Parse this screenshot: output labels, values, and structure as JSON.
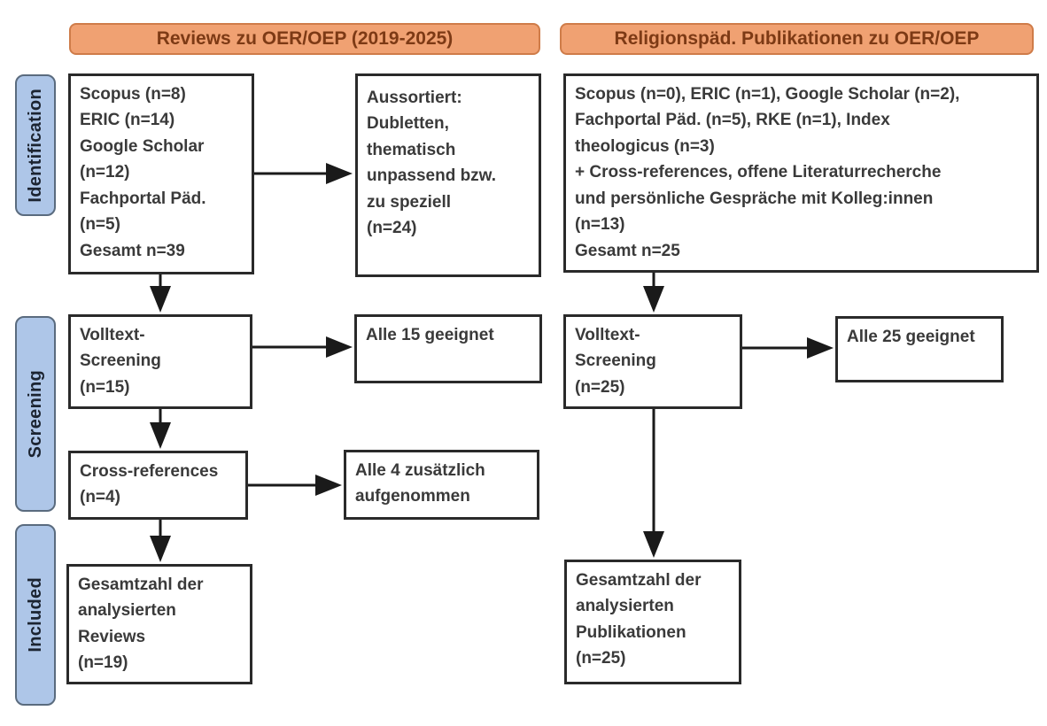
{
  "headers": {
    "left": "Reviews zu OER/OEP (2019-2025)",
    "right": "Religionspäd. Publikationen zu OER/OEP"
  },
  "stages": [
    {
      "label": "Identification"
    },
    {
      "label": "Screening"
    },
    {
      "label": "Included"
    }
  ],
  "boxes": {
    "left_identification_sources": "Scopus (n=8)\nERIC (n=14)\nGoogle Scholar\n(n=12)\nFachportal Päd.\n(n=5)\nGesamt n=39",
    "left_identification_excluded": "Aussortiert:\nDubletten,\nthematisch\nunpassend bzw.\nzu speziell\n(n=24)",
    "left_screening_fulltext": "Volltext-\nScreening\n(n=15)",
    "left_screening_result": "Alle 15 geeignet",
    "left_crossref": "Cross-references\n(n=4)",
    "left_crossref_result": "Alle 4 zusätzlich\naufgenommen",
    "left_included_total": "Gesamtzahl der\nanalysierten\nReviews\n(n=19)",
    "right_identification_sources": "Scopus (n=0), ERIC (n=1), Google Scholar (n=2),\nFachportal Päd. (n=5), RKE (n=1), Index\ntheologicus (n=3)\n+ Cross-references, offene Literaturrecherche\nund persönliche Gespräche mit Kolleg:innen\n(n=13)\nGesamt n=25",
    "right_screening_fulltext": "Volltext-\nScreening\n(n=25)",
    "right_screening_result": "Alle 25 geeignet",
    "right_included_total": "Gesamtzahl der\nanalysierten\nPublikationen\n(n=25)"
  },
  "colors": {
    "header_fill": "#f0a172",
    "header_border": "#cf7c49",
    "header_text": "#7d3a15",
    "stage_fill": "#aec6e8",
    "stage_border": "#5a6b7e",
    "box_border": "#2a2a2a",
    "box_text": "#3a3a3a",
    "arrow": "#1a1a1a"
  }
}
